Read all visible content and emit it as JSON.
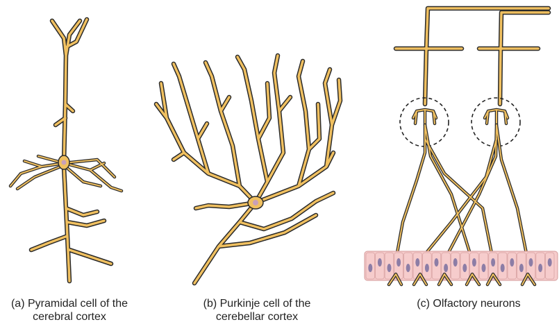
{
  "captions": {
    "a": {
      "line1": "(a) Pyramidal cell of the",
      "line2": "cerebral cortex"
    },
    "b": {
      "line1": "(b) Purkinje cell of the",
      "line2": "cerebellar cortex"
    },
    "c": {
      "line1": "(c) Olfactory neurons",
      "line2": ""
    }
  },
  "colors": {
    "neuron_fill": "#f0c060",
    "neuron_outline": "#2a2a2a",
    "soma_nucleus": "#c9a0b8",
    "epithelium_fill": "#f6cccc",
    "epithelium_nucleus": "#8c7da6",
    "glomerulus_circle": "#222222"
  }
}
